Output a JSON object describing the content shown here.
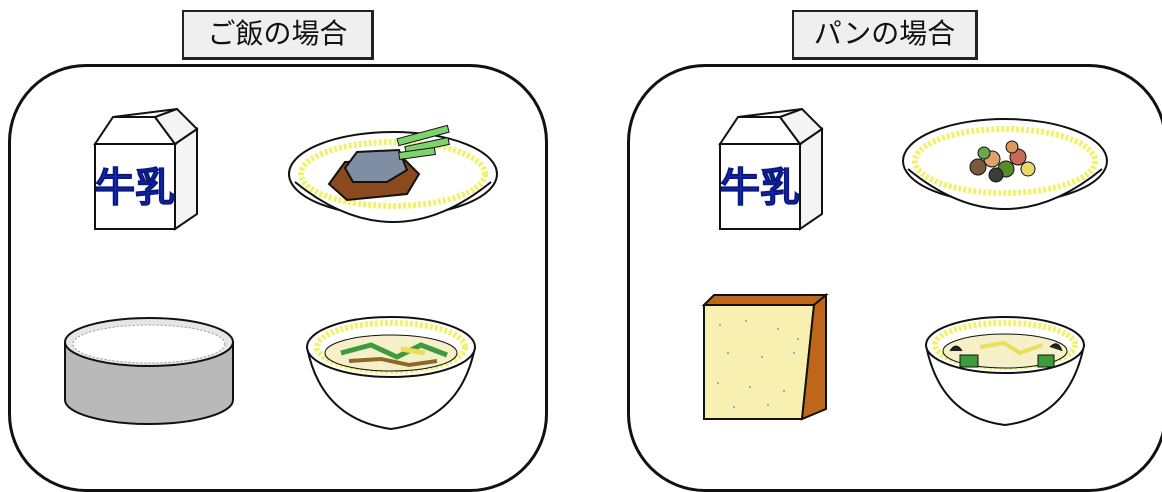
{
  "sections": [
    {
      "id": "rice",
      "label": "ご飯の場合",
      "items": [
        {
          "icon": "milk-carton-icon",
          "text": "牛乳"
        },
        {
          "icon": "grilled-fish-plate-icon"
        },
        {
          "icon": "rice-bowl-icon"
        },
        {
          "icon": "miso-soup-bowl-icon"
        }
      ]
    },
    {
      "id": "bread",
      "label": "パンの場合",
      "items": [
        {
          "icon": "milk-carton-icon",
          "text": "牛乳"
        },
        {
          "icon": "bean-salad-plate-icon"
        },
        {
          "icon": "bread-slice-icon"
        },
        {
          "icon": "soup-bowl-icon"
        }
      ]
    }
  ],
  "colors": {
    "milk_text": "#1a2fd0",
    "plate_rim": "#f3f06a",
    "fish": "#8b4a1e",
    "fish_skin": "#7f8ea3",
    "rice_bowl": "#b9b9b9",
    "bread_crust": "#c0661a",
    "bread_crumb": "#f7f0b0",
    "soup_greens": "#3d9a3d"
  }
}
